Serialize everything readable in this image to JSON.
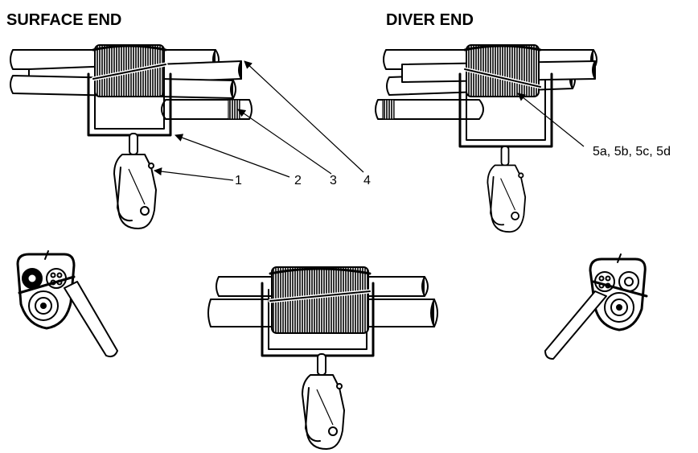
{
  "headings": {
    "surface_end": "SURFACE END",
    "diver_end": "DIVER END"
  },
  "callouts": {
    "c1": "1",
    "c2": "2",
    "c3": "3",
    "c4": "4",
    "c5": "5a, 5b, 5c, 5d"
  },
  "colors": {
    "ink": "#000000",
    "paper": "#ffffff"
  }
}
